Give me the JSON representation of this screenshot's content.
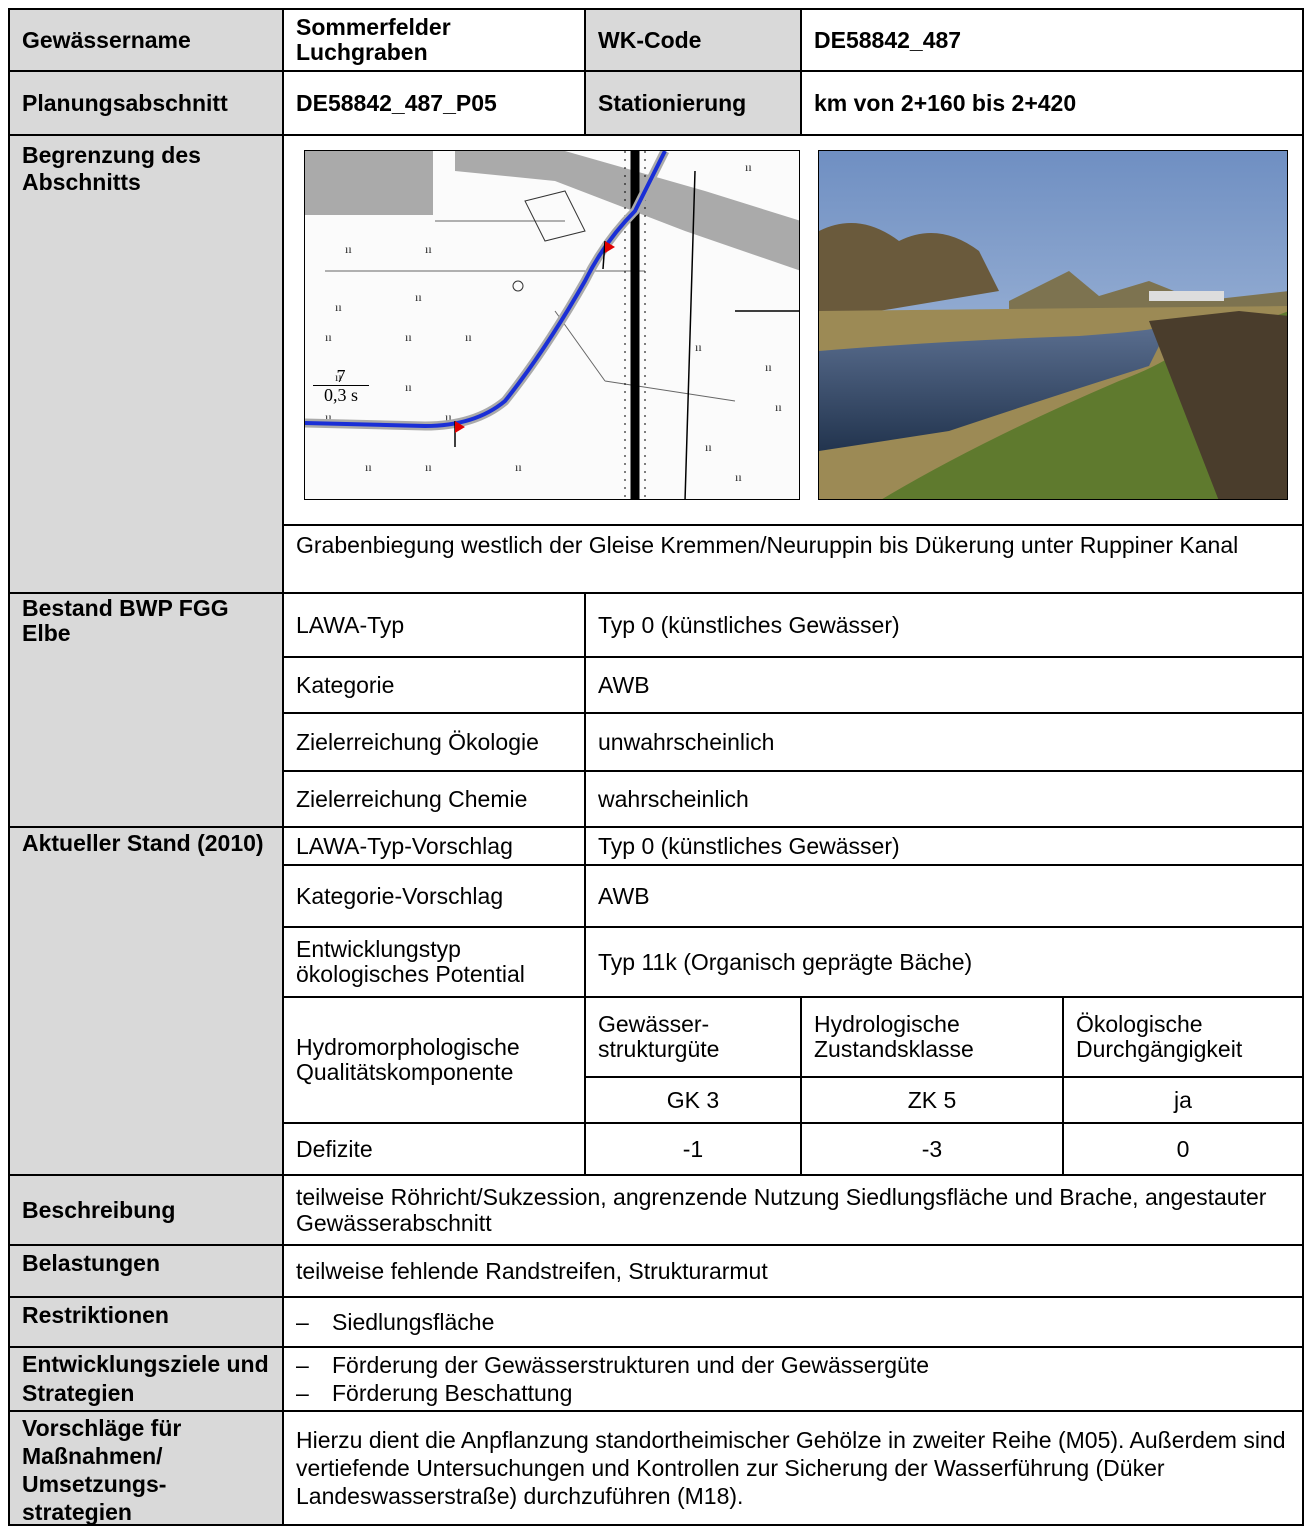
{
  "header": {
    "gewaessername_label": "Gewässername",
    "gewaessername_value": "Sommerfelder Luchgraben",
    "wk_code_label": "WK-Code",
    "wk_code_value": "DE58842_487",
    "planungsabschnitt_label": "Planungsabschnitt",
    "planungsabschnitt_value": "DE58842_487_P05",
    "stationierung_label": "Stationierung",
    "stationierung_value": "km von 2+160 bis 2+420"
  },
  "begrenzung": {
    "label": "Begrenzung des Abschnitts",
    "map_label_top": "7",
    "map_label_bottom": "0,3 s",
    "description": "Grabenbiegung westlich der Gleise Kremmen/Neuruppin bis Dükerung unter Ruppiner Kanal"
  },
  "bestand": {
    "label": "Bestand BWP FGG Elbe",
    "rows": [
      {
        "label": "LAWA-Typ",
        "value": "Typ 0 (künstliches Gewässer)"
      },
      {
        "label": "Kategorie",
        "value": "AWB"
      },
      {
        "label": "Zielerreichung Ökologie",
        "value": "unwahrscheinlich"
      },
      {
        "label": "Zielerreichung Chemie",
        "value": "wahrscheinlich"
      }
    ]
  },
  "aktuell": {
    "label": "Aktueller Stand (2010)",
    "rows": [
      {
        "label": "LAWA-Typ-Vorschlag",
        "value": "Typ 0 (künstliches Gewässer)"
      },
      {
        "label": "Kategorie-Vorschlag",
        "value": "AWB"
      },
      {
        "label": "Entwicklungstyp ökologisches Potential",
        "value": "Typ 11k (Organisch geprägte Bäche)"
      }
    ],
    "hydro_label": "Hydromorphologische Qualitätskomponente",
    "hydro_headers": [
      "Gewässer-strukturgüte",
      "Hydrologische Zustandsklasse",
      "Ökologische Durchgängigkeit"
    ],
    "hydro_values": [
      "GK 3",
      "ZK 5",
      "ja"
    ],
    "defizite_label": "Defizite",
    "defizite_values": [
      "-1",
      "-3",
      "0"
    ]
  },
  "beschreibung": {
    "label": "Beschreibung",
    "value": "teilweise Röhricht/Sukzession, angrenzende Nutzung Siedlungsfläche und Brache, angestauter Gewässerabschnitt"
  },
  "belastungen": {
    "label": "Belastungen",
    "value": "teilweise fehlende Randstreifen, Strukturarmut"
  },
  "restriktionen": {
    "label": "Restriktionen",
    "dash": "–",
    "items": [
      "Siedlungsfläche"
    ]
  },
  "entwicklungsziele": {
    "label": "Entwicklungsziele und Strategien",
    "dash": "–",
    "items": [
      "Förderung der Gewässerstrukturen und der Gewässergüte",
      "Förderung Beschattung"
    ]
  },
  "vorschlaege": {
    "label": "Vorschläge für Maßnahmen/ Umsetzungs-strategien",
    "value": "Hierzu dient die Anpflanzung standortheimischer Gehölze in zweiter Reihe (M05). Außerdem sind vertiefende Untersuchungen und Kontrollen zur Sicherung der Wasserführung (Düker Landeswasserstraße) durchzuführen (M18)."
  },
  "colors": {
    "label_shade": "#d9d9d9",
    "river_line": "#1a2fd6",
    "flag": "#e00000"
  }
}
